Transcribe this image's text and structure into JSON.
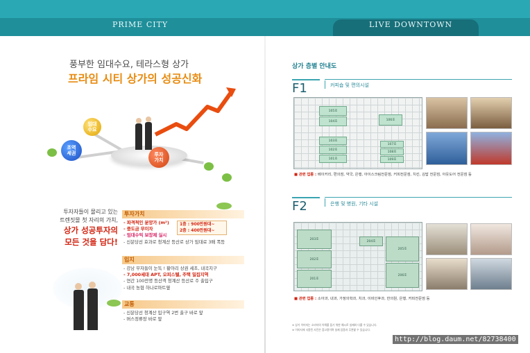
{
  "header": {
    "left_title": "PRIME CITY",
    "right_title": "LIVE DOWNTOWN"
  },
  "left_page": {
    "headline_1": "풍부한 임대수요, 테라스형 상가",
    "headline_2": "프라임 시티 상가의 성공신화",
    "bubbles": {
      "blue": "초역\n세권",
      "yellow": "임대\n수요",
      "red": "투자\n가치"
    },
    "tagline_1": "투자자들이 몰리고 있는",
    "tagline_2": "트렌짓몰 첫 자리의 가치,",
    "tagline_3": "상가 성공투자의",
    "tagline_4": "모든 것을 담다!",
    "sections": [
      {
        "title": "투자가치",
        "lines": [
          "- 파격적인 분양가 (m²)",
          "- 중도금 무이자",
          "- 임대수익 보장제 실시",
          "- 신분당선 효과로 청계산 등산로 상가 임대료 3배 폭등"
        ]
      },
      {
        "title": "입지",
        "lines": [
          "- 강남 부자들이 눈독 ! 황아리 상권 세초, 내곡지구",
          "- 7,000세대 APT, 오피스텔, 주택 밀집지역",
          "- 연간 100만명 등산객 청계산 등산로 주 출입구",
          "- 내곡 농협 하나로마트옆"
        ]
      },
      {
        "title": "교통",
        "lines": [
          "- 신분당선 청계산 입구역 2번 출구 바로 앞",
          "- 버스정류장 바로 앞"
        ]
      }
    ],
    "floor_prices": [
      "1층 : 900만원대~",
      "2층 : 400만원대~"
    ]
  },
  "right_page": {
    "title": "상가 층별 안내도",
    "floors": [
      {
        "tag": "F1",
        "desc": "커피숍 및 편의시설",
        "caption_label": "■ 관련 업종 :",
        "caption_text": "베이커리, 편의점, 약국, 은행, 아이스크림전문점, 커피전문점, 치킨, 김밥 전문점, 아웃도어 전문점 등",
        "units": [
          "105호",
          "104호",
          "106호",
          "103호",
          "102호",
          "101호",
          "107호",
          "108호",
          "109호"
        ]
      },
      {
        "tag": "F2",
        "desc": "은행 및 병원, 기타 시설",
        "caption_label": "■ 관련 업종 :",
        "caption_text": "소아과, 내과, 가정의학과, 치과, 이비인후과, 한의원, 은행, 커피전문점 등",
        "units": [
          "203호",
          "204호",
          "205호",
          "202호",
          "206호",
          "201호"
        ]
      }
    ],
    "footnote_1": "※ 상기 이미지는 소비자의 이해를 돕기 위한 예시로 실제와 다를 수 있습니다.",
    "footnote_2": "※ 이미지에 사용된 사진은 참고용이며 실제 업종과 무관할 수 있습니다.",
    "watermark": "http://blog.daum.net/82738400"
  },
  "colors": {
    "teal": "#2aa9b4",
    "teal_dark": "#1f8f9a",
    "orange": "#e88b10",
    "red": "#d2220f"
  }
}
